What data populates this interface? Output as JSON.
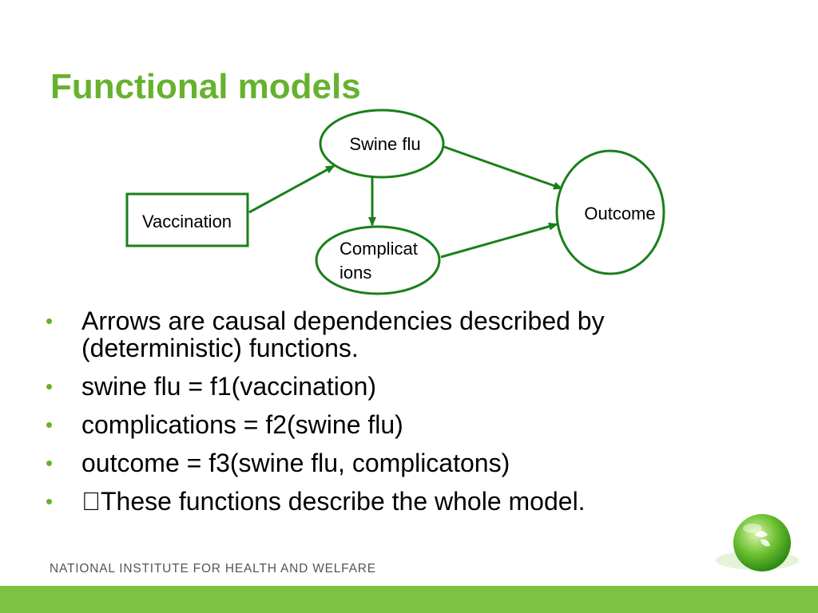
{
  "slide": {
    "title": "Functional models",
    "footer": "NATIONAL INSTITUTE FOR HEALTH AND WELFARE",
    "accent_color": "#66b22e",
    "footer_bar_color": "#7dc243"
  },
  "diagram": {
    "nodes": [
      {
        "id": "vaccination",
        "shape": "rectangle",
        "lines": [
          "Vaccination"
        ]
      },
      {
        "id": "swine-flu",
        "shape": "ellipse",
        "lines": [
          "Swine flu"
        ]
      },
      {
        "id": "complications",
        "shape": "ellipse",
        "lines": [
          "Complicat",
          "ions"
        ]
      },
      {
        "id": "outcome",
        "shape": "ellipse",
        "lines": [
          "Outcome"
        ]
      }
    ],
    "edges": [
      {
        "from": "vaccination",
        "to": "swine-flu"
      },
      {
        "from": "swine-flu",
        "to": "complications"
      },
      {
        "from": "swine-flu",
        "to": "outcome"
      },
      {
        "from": "complications",
        "to": "outcome"
      }
    ],
    "stroke_color": "#1a7f1a"
  },
  "bullets": [
    "Arrows are causal dependencies described by (deterministic) functions.",
    "swine flu = f1(vaccination)",
    "complications = f2(swine flu)",
    "outcome = f3(swine flu, complicatons)",
    "These functions describe the whole model."
  ],
  "logo": {
    "icon": "green-globe-logo-icon"
  }
}
